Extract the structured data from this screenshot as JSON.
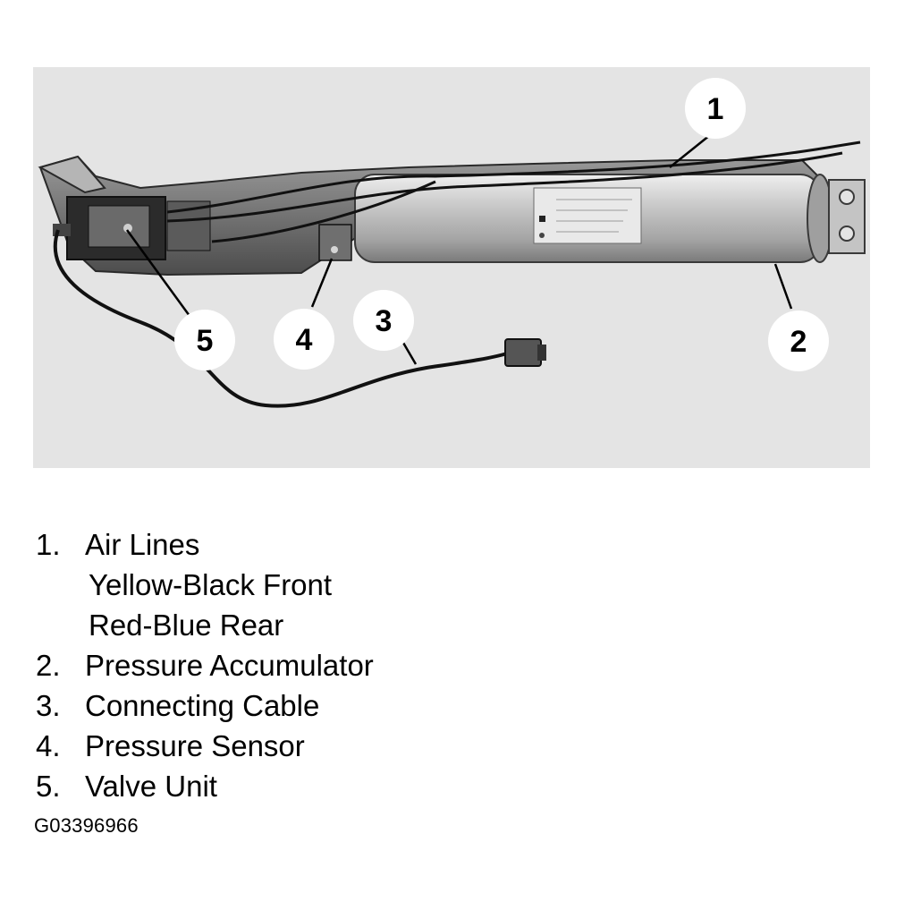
{
  "callouts": [
    "1",
    "2",
    "3",
    "4",
    "5"
  ],
  "legend": [
    {
      "number": "1.",
      "label": "Air Lines",
      "sublines": [
        "Yellow-Black Front",
        "Red-Blue Rear"
      ]
    },
    {
      "number": "2.",
      "label": "Pressure Accumulator",
      "sublines": []
    },
    {
      "number": "3.",
      "label": "Connecting Cable",
      "sublines": []
    },
    {
      "number": "4.",
      "label": "Pressure Sensor",
      "sublines": []
    },
    {
      "number": "5.",
      "label": "Valve Unit",
      "sublines": []
    }
  ],
  "figure_id": "G03396966",
  "colors": {
    "photo_background": "#e4e4e4",
    "callout_fill": "#ffffff",
    "leader_line": "#000000",
    "text": "#000000"
  }
}
